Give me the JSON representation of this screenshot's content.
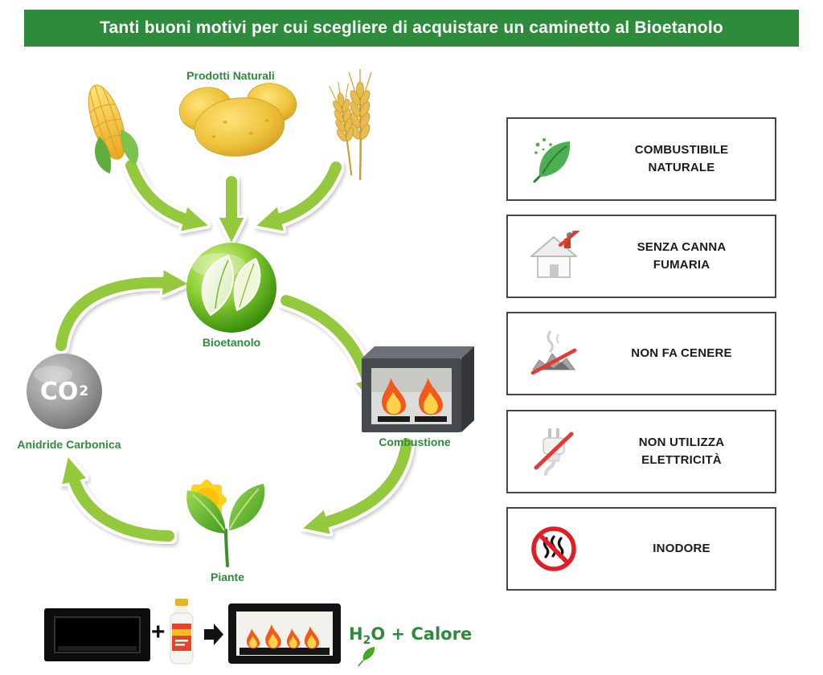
{
  "banner": {
    "title": "Tanti buoni motivi per cui scegliere di acquistare un caminetto al Bioetanolo"
  },
  "cycle": {
    "products_label": "Prodotti Naturali",
    "bioethanol_label": "Bioetanolo",
    "co2_base": "CO",
    "co2_sup": "2",
    "co2_label": "Anidride Carbonica",
    "combustion_label": "Combustione",
    "plants_label": "Piante",
    "icons": [
      "corn-icon",
      "potatoes-icon",
      "wheat-icon",
      "bioethanol-leaf-icon",
      "co2-circle-icon",
      "fireplace-icon",
      "sun-icon",
      "plant-icon"
    ]
  },
  "equation": {
    "plus": "+",
    "result_h": "H",
    "result_sub": "2",
    "result_rest": "O + Calore",
    "icons": [
      "fireplace-unlit-icon",
      "bottle-icon",
      "arrow-right-icon",
      "fireplace-lit-icon",
      "small-leaf-icon"
    ]
  },
  "benefits": [
    {
      "icon": "leaf-icon",
      "label": "COMBUSTIBILE NATURALE"
    },
    {
      "icon": "no-chimney-icon",
      "label": "SENZA CANNA FUMARIA"
    },
    {
      "icon": "no-ash-icon",
      "label": "NON FA CENERE"
    },
    {
      "icon": "no-electricity-icon",
      "label": "NON UTILIZZA ELETTRICITÀ"
    },
    {
      "icon": "odorless-icon",
      "label": "INODORE"
    }
  ],
  "colors": {
    "banner_green": "#2e8b3c",
    "label_green": "#2e8b3c",
    "arrow_green": "#94c83d",
    "prohibition_red": "#e53935"
  }
}
